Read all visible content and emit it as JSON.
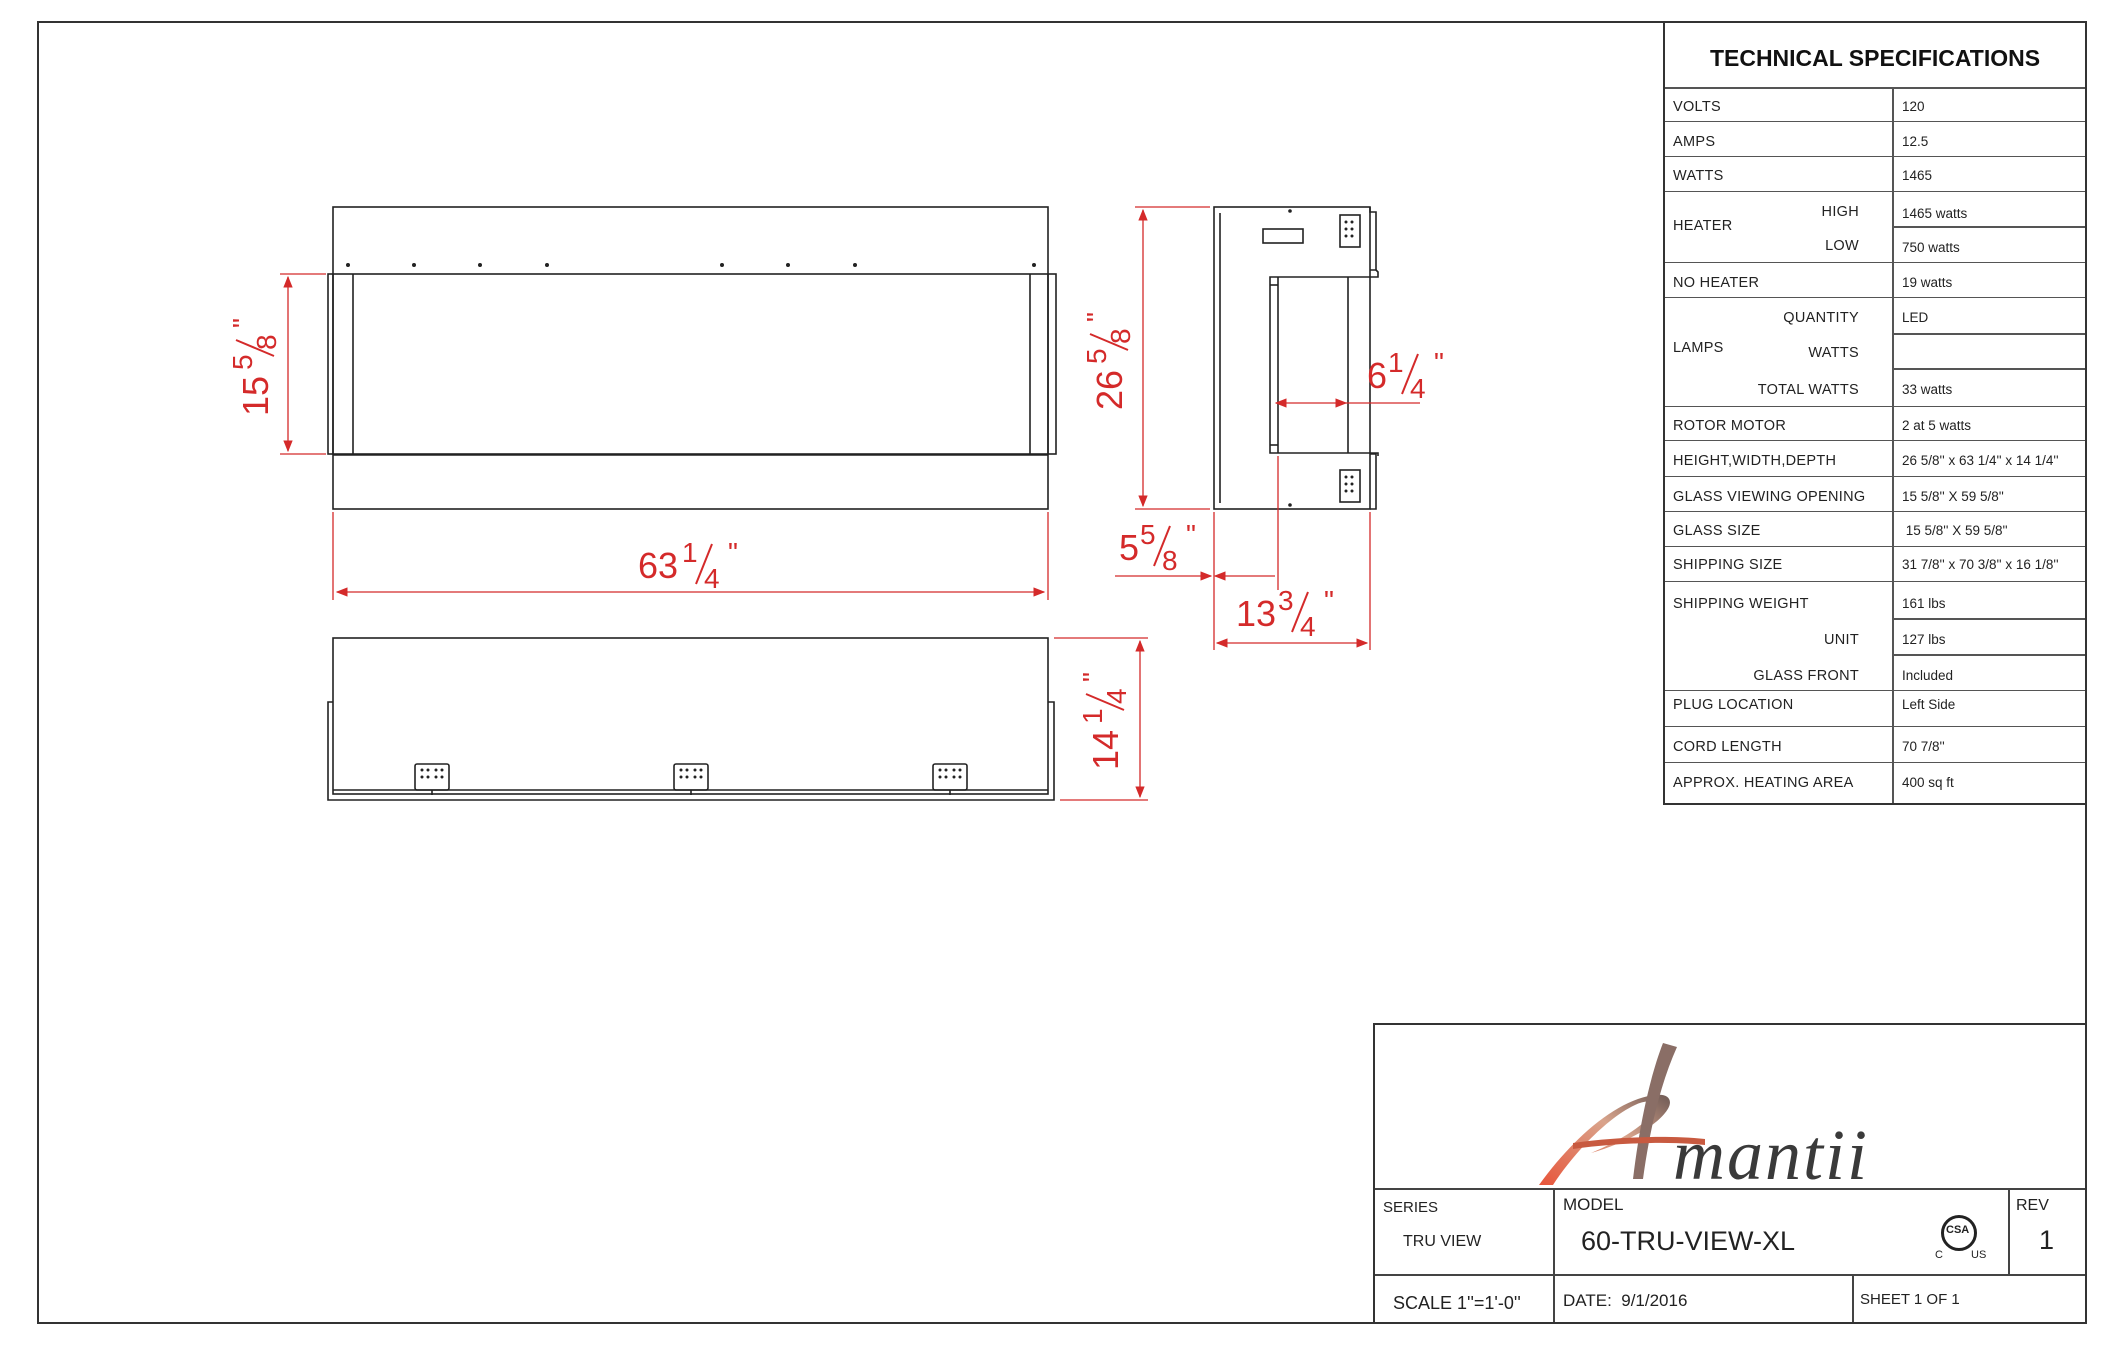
{
  "dimensions": {
    "front_height": {
      "whole": "15",
      "num": "5",
      "den": "8",
      "unit": "\""
    },
    "front_width": {
      "whole": "63",
      "num": "1",
      "den": "4",
      "unit": "\""
    },
    "side_height": {
      "whole": "26",
      "num": "5",
      "den": "8",
      "unit": "\""
    },
    "side_inner_depth": {
      "whole": "6",
      "num": "1",
      "den": "4",
      "unit": "\""
    },
    "side_offset": {
      "whole": "5",
      "num": "5",
      "den": "8",
      "unit": "\""
    },
    "side_depth": {
      "whole": "13",
      "num": "3",
      "den": "4",
      "unit": "\""
    },
    "top_depth": {
      "whole": "14",
      "num": "1",
      "den": "4",
      "unit": "\""
    }
  },
  "specs": {
    "title": "TECHNICAL SPECIFICATIONS",
    "rows": [
      {
        "label": "VOLTS",
        "value": "120"
      },
      {
        "label": "AMPS",
        "value": "12.5"
      },
      {
        "label": "WATTS",
        "value": "1465"
      },
      {
        "label": "HEATER",
        "high_label": "HIGH",
        "high_value": "1465 watts",
        "low_label": "LOW",
        "low_value": "750 watts"
      },
      {
        "label": "NO HEATER",
        "value": "19 watts"
      },
      {
        "label": "LAMPS",
        "qty_label": "QUANTITY",
        "qty_value": "LED",
        "watts_label": "WATTS",
        "watts_value": "",
        "total_label": "TOTAL WATTS",
        "total_value": "33 watts"
      },
      {
        "label": "ROTOR MOTOR",
        "value": "2 at 5 watts"
      },
      {
        "label": "HEIGHT,WIDTH,DEPTH",
        "value": "26 5/8'' x 63 1/4'' x 14 1/4''"
      },
      {
        "label": "GLASS VIEWING OPENING",
        "value": "15 5/8'' X 59 5/8''"
      },
      {
        "label": "GLASS SIZE",
        "value": " 15 5/8'' X 59 5/8''"
      },
      {
        "label": "SHIPPING SIZE",
        "value": "31 7/8'' x 70 3/8'' x 16 1/8''"
      },
      {
        "label": "SHIPPING WEIGHT",
        "value": "161 lbs",
        "unit_label": "UNIT",
        "unit_value": "127 lbs",
        "glass_label": "GLASS FRONT",
        "glass_value": "Included"
      },
      {
        "label": "PLUG LOCATION",
        "value": "Left Side"
      },
      {
        "label": "CORD LENGTH",
        "value": "70 7/8''"
      },
      {
        "label": "APPROX. HEATING AREA",
        "value": "400 sq ft"
      }
    ]
  },
  "title_block": {
    "logo_text": "Amantii",
    "series_label": "SERIES",
    "series_value": "TRU VIEW",
    "model_label": "MODEL",
    "model_value": "60-TRU-VIEW-XL",
    "rev_label": "REV",
    "rev_value": "1",
    "cert_mark": "CSA",
    "cert_c": "C",
    "cert_us": "US",
    "scale": "SCALE 1''=1'-0''",
    "date": "DATE:  9/1/2016",
    "sheet": "SHEET 1 OF 1"
  },
  "colors": {
    "dimension": "#d42a2a",
    "line": "#222222"
  }
}
